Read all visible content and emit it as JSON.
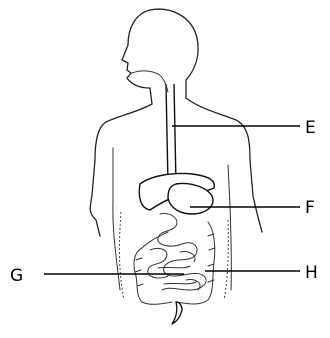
{
  "labels": {
    "e": "E",
    "f": "F",
    "g": "G",
    "h": "H"
  }
}
